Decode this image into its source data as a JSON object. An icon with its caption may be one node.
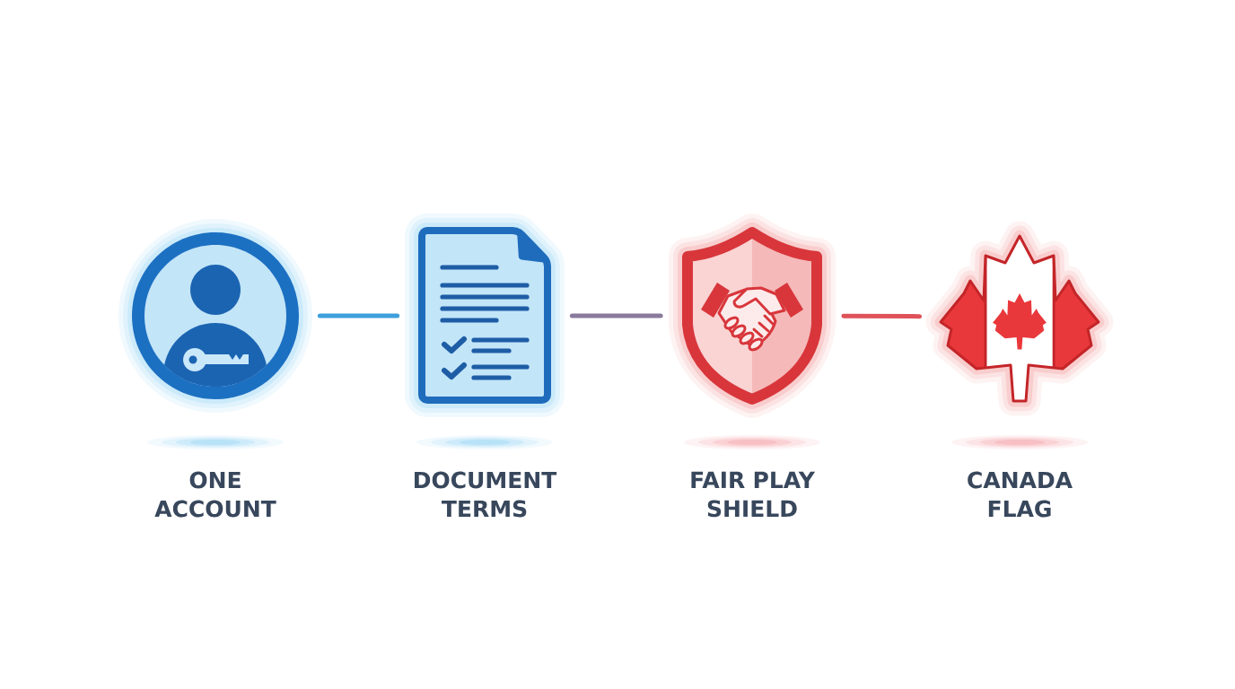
{
  "diagram": {
    "nodes": [
      {
        "text": [],
        "shape": "picture",
        "beside": [
          "ONE ACCOUNT"
        ]
      },
      {
        "text": [],
        "shape": "picture",
        "beside": [
          "DOCUMENT TERMS"
        ]
      },
      {
        "text": [],
        "shape": "picture",
        "beside": [
          "FAIR PLAY SHIELD"
        ]
      },
      {
        "text": [],
        "shape": "picture",
        "beside": [
          "CANADA FLAG"
        ]
      }
    ],
    "edges": [
      {
        "from": 0,
        "to": 1,
        "arrow": "none",
        "color": "#3d9fdc"
      },
      {
        "from": 1,
        "to": 2,
        "arrow": "none",
        "color": "#8a7a9c"
      },
      {
        "from": 2,
        "to": 3,
        "arrow": "none",
        "color": "#e0525a"
      }
    ]
  }
}
